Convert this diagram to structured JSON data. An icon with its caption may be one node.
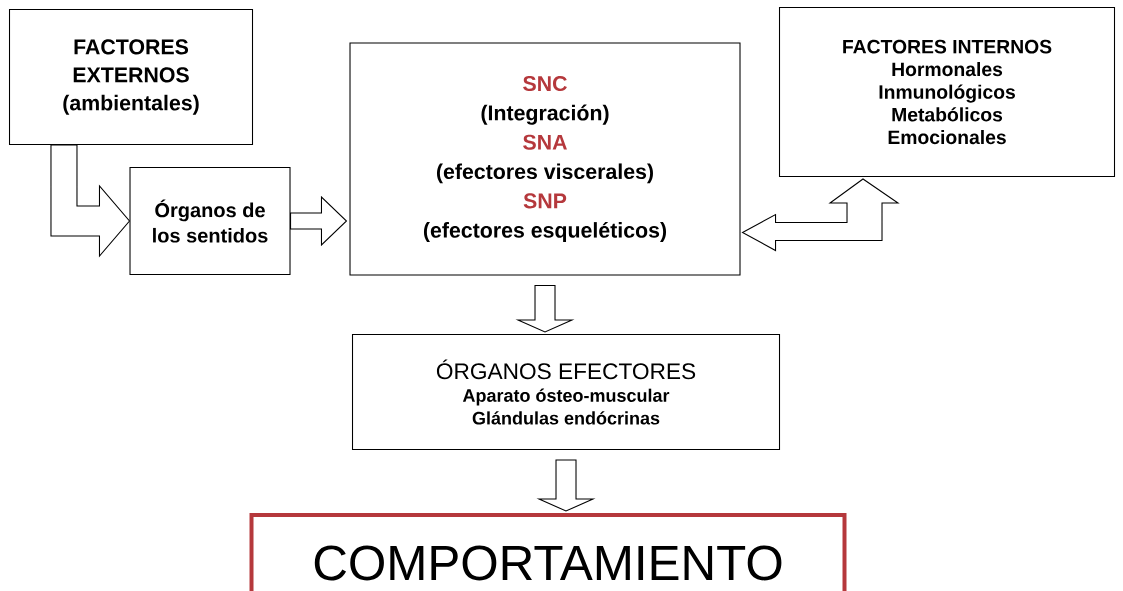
{
  "diagram": {
    "nodes": [
      {
        "text": [
          "FACTORES EXTERNOS (ambientales)"
        ]
      },
      {
        "text": [
          "Órganos de los sentidos"
        ]
      },
      {
        "text": [
          "SNC",
          "(Integración)",
          "SNA",
          "(efectores viscerales)",
          "SNP",
          "(efectores esqueléticos)"
        ]
      },
      {
        "text": [
          "FACTORES INTERNOS",
          "Hormonales",
          "Inmunológicos",
          "Metabólicos",
          "Emocionales"
        ]
      },
      {
        "text": [
          "ÓRGANOS EFECTORES",
          "Aparato ósteo-muscular",
          "Glándulas endócrinas"
        ]
      },
      {
        "text": [
          "COMPORTAMIENTO"
        ]
      }
    ],
    "edges": [
      {
        "from": 0,
        "to": 1,
        "arrow": "to"
      },
      {
        "from": 1,
        "to": 2,
        "arrow": "to"
      },
      {
        "from": 3,
        "to": 2,
        "arrow": "both"
      },
      {
        "from": 2,
        "to": 4,
        "arrow": "to"
      },
      {
        "from": 4,
        "to": 5,
        "arrow": "to"
      }
    ]
  }
}
